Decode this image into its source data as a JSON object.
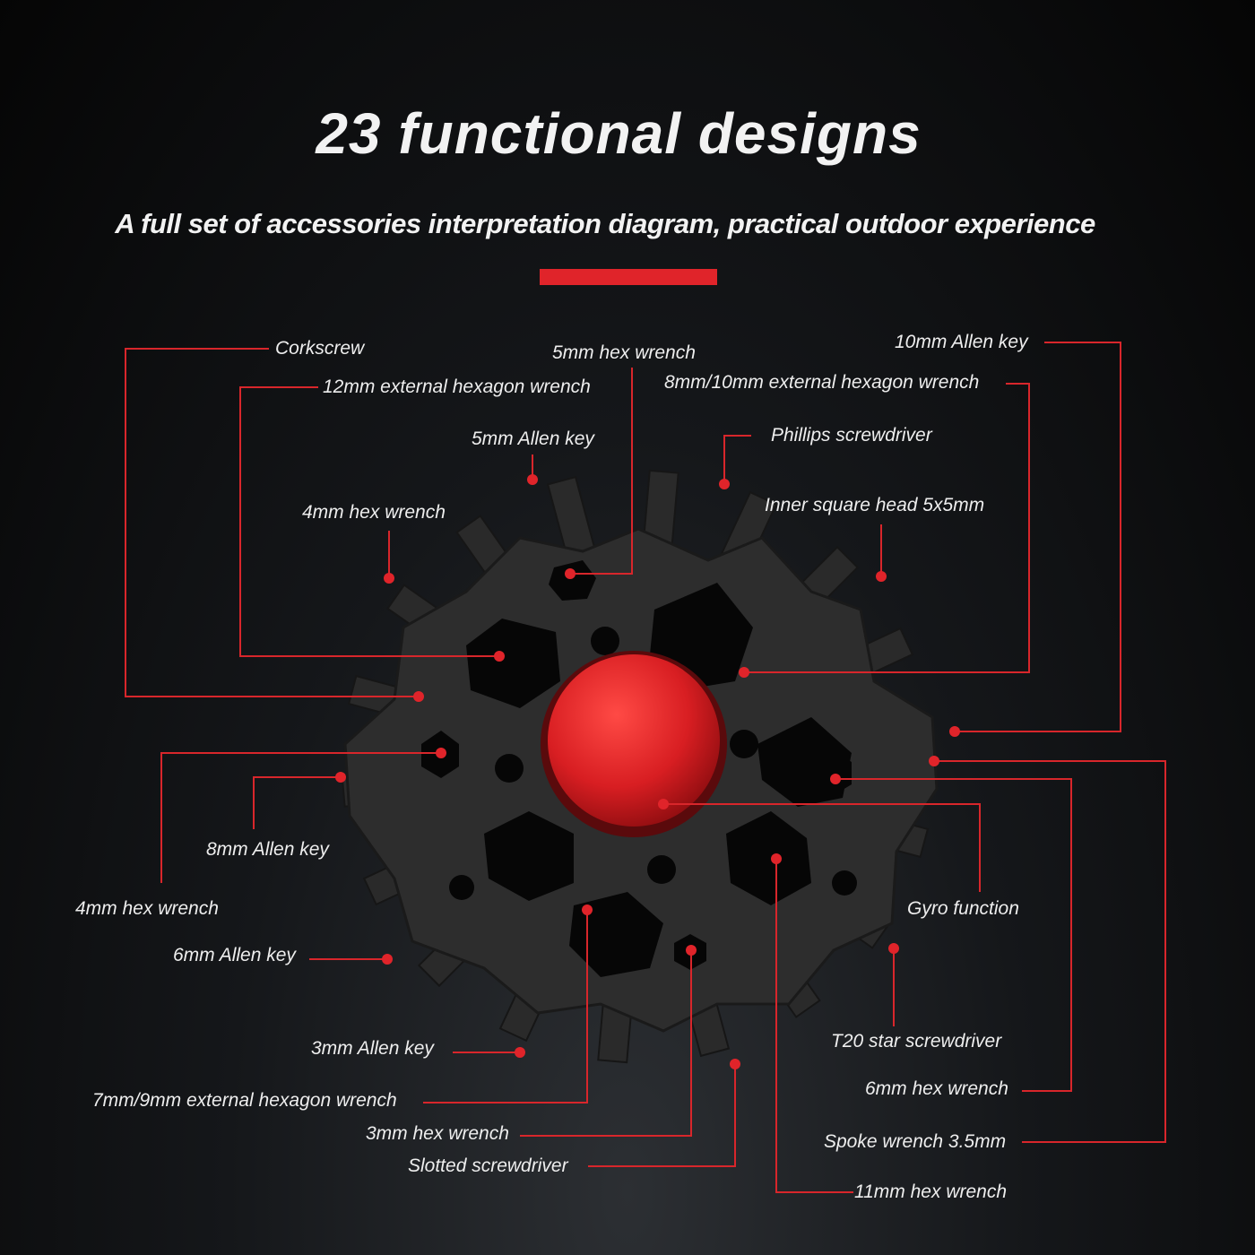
{
  "title": "23 functional designs",
  "subtitle": "A full set of accessories interpretation diagram, practical outdoor experience",
  "colors": {
    "accent": "#e0242a",
    "tool_body": "#2d2d2d",
    "spinner": "#d81e22"
  },
  "labels": [
    "Corkscrew",
    "12mm external hexagon wrench",
    "5mm hex wrench",
    "5mm Allen key",
    "4mm hex wrench",
    "10mm Allen key",
    "8mm/10mm external hexagon wrench",
    "Phillips screwdriver",
    "Inner square head 5x5mm",
    "8mm Allen key",
    "4mm hex wrench",
    "6mm Allen key",
    "Gyro function",
    "T20 star screwdriver",
    "6mm hex wrench",
    "Spoke wrench 3.5mm",
    "11mm hex wrench",
    "3mm Allen key",
    "7mm/9mm external hexagon wrench",
    "3mm hex wrench",
    "Slotted screwdriver"
  ]
}
